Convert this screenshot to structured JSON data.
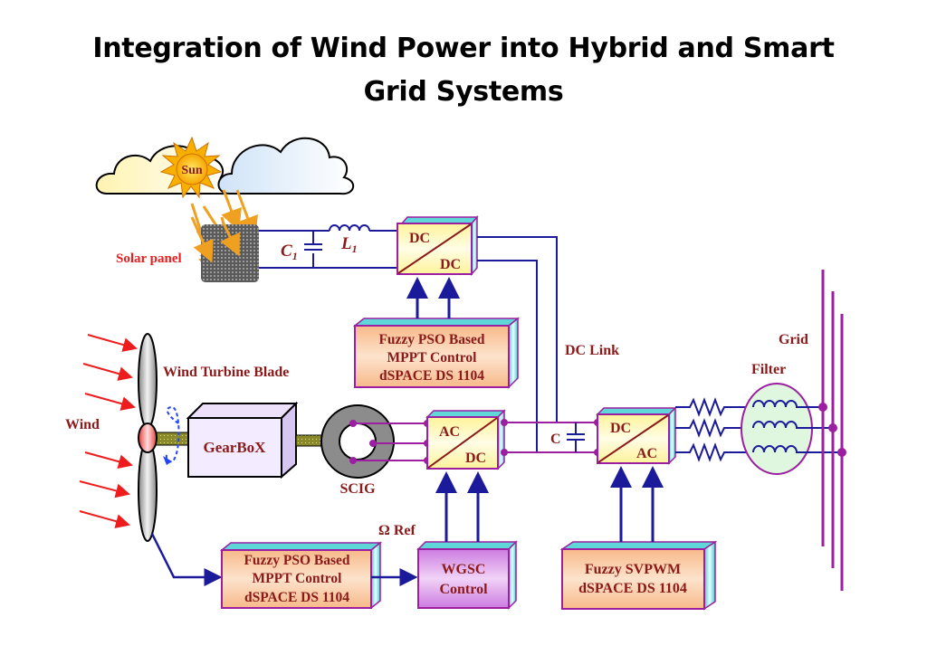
{
  "title": {
    "line1": "Integration of Wind Power into Hybrid and Smart",
    "line2": "Grid Systems"
  },
  "colors": {
    "wire_blue": "#1a1a9a",
    "wire_purple": "#9b1fa0",
    "label_dark_red": "#8b1a1a",
    "label_red": "#ee1c1c",
    "converter_fill": "#fff6b0",
    "control_fill": "#f9c79a",
    "wgsc_fill": "#d58ce8",
    "box_side": "#5fd6d8"
  },
  "solar": {
    "sun_label": "Sun",
    "panel_label": "Solar panel",
    "capacitor_label": "C",
    "capacitor_sub": "1",
    "inductor_label": "L",
    "inductor_sub": "1"
  },
  "dcdc_converter": {
    "top": "DC",
    "bottom": "DC"
  },
  "solar_control": {
    "lines": [
      "Fuzzy PSO Based",
      "MPPT Control",
      "dSPACE DS 1104"
    ]
  },
  "wind": {
    "wind_label": "Wind",
    "blade_label": "Wind Turbine Blade",
    "gearbox_label": "GearBoX",
    "generator_label": "SCIG"
  },
  "acdc_converter": {
    "top": "AC",
    "bottom": "DC"
  },
  "dc_link": {
    "label": "DC Link",
    "capacitor_label": "C"
  },
  "dcac_converter": {
    "top": "DC",
    "bottom": "AC"
  },
  "grid": {
    "grid_label": "Grid",
    "filter_label": "Filter"
  },
  "wind_control": {
    "lines": [
      "Fuzzy PSO Based",
      "MPPT Control",
      "dSPACE DS 1104"
    ]
  },
  "omega_ref": "Ω Ref",
  "wgsc_control": {
    "lines": [
      "WGSC",
      "Control"
    ]
  },
  "svpwm_control": {
    "lines": [
      "Fuzzy SVPWM",
      "dSPACE DS 1104"
    ]
  }
}
